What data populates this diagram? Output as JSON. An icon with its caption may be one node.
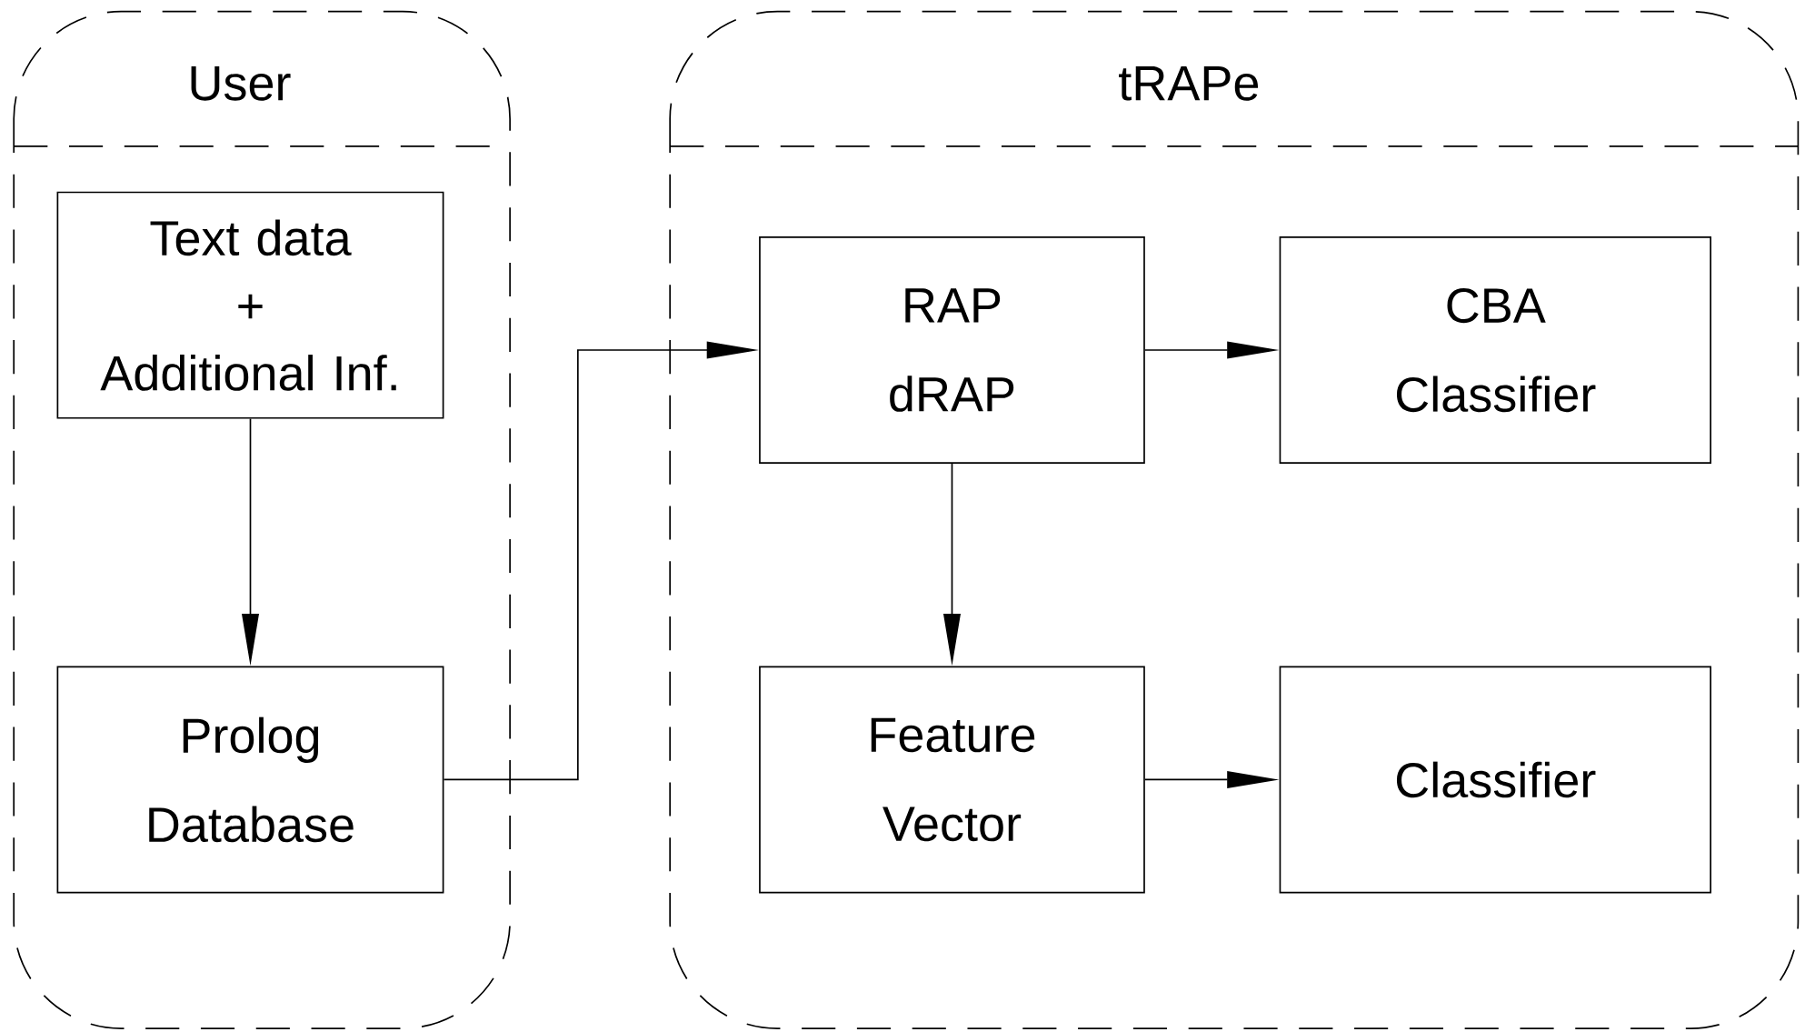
{
  "diagram": {
    "nodes": [
      {
        "text": [
          "User"
        ]
      },
      {
        "text": [
          "tRAPe"
        ]
      },
      {
        "text": [
          "Text data",
          "+",
          "Additional Inf."
        ],
        "in": 0
      },
      {
        "text": [
          "Prolog Database"
        ],
        "in": 0
      },
      {
        "text": [
          "RAP",
          "dRAP"
        ],
        "in": 1
      },
      {
        "text": [
          "CBA Classifier"
        ],
        "in": 1
      },
      {
        "text": [
          "Feature Vector"
        ],
        "in": 1
      },
      {
        "text": [
          "Classifier"
        ],
        "in": 1
      }
    ],
    "edges": [
      {
        "from": 2,
        "to": 3,
        "arrow": "to"
      },
      {
        "from": 3,
        "to": 4,
        "arrow": "to"
      },
      {
        "from": 4,
        "to": 5,
        "arrow": "to"
      },
      {
        "from": 4,
        "to": 6,
        "arrow": "to"
      },
      {
        "from": 6,
        "to": 7,
        "arrow": "to"
      }
    ]
  }
}
